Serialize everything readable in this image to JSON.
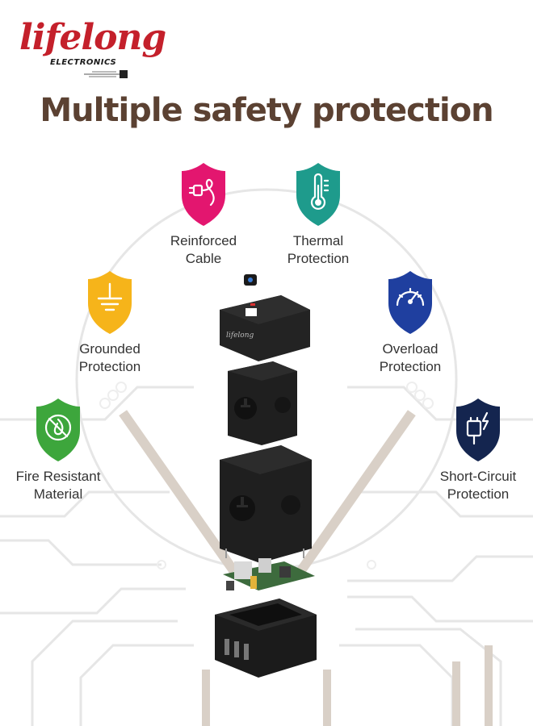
{
  "brand": {
    "name": "lifelong",
    "subtitle": "ELECTRONICS",
    "color": "#c4202b"
  },
  "title": "Multiple safety protection",
  "colors": {
    "title": "#5b4132",
    "label": "#333333",
    "product": "#1b1b1b"
  },
  "features": [
    {
      "id": "reinforced-cable",
      "line1": "Reinforced",
      "line2": "Cable",
      "color": "#e3166f",
      "icon": "plug-cable-icon"
    },
    {
      "id": "thermal-protection",
      "line1": "Thermal",
      "line2": "Protection",
      "color": "#1e9b8c",
      "icon": "thermometer-icon"
    },
    {
      "id": "grounded-protection",
      "line1": "Grounded",
      "line2": "Protection",
      "color": "#f6b41a",
      "icon": "ground-symbol-icon"
    },
    {
      "id": "overload-protection",
      "line1": "Overload",
      "line2": "Protection",
      "color": "#1f3f9f",
      "icon": "gauge-icon"
    },
    {
      "id": "fire-resistant-material",
      "line1": "Fire Resistant",
      "line2": "Material",
      "color": "#3da63c",
      "icon": "no-fire-icon"
    },
    {
      "id": "short-circuit-protection",
      "line1": "Short-Circuit",
      "line2": "Protection",
      "color": "#14254f",
      "icon": "plug-spark-icon"
    }
  ],
  "product": {
    "top_logo": "lifelong"
  }
}
